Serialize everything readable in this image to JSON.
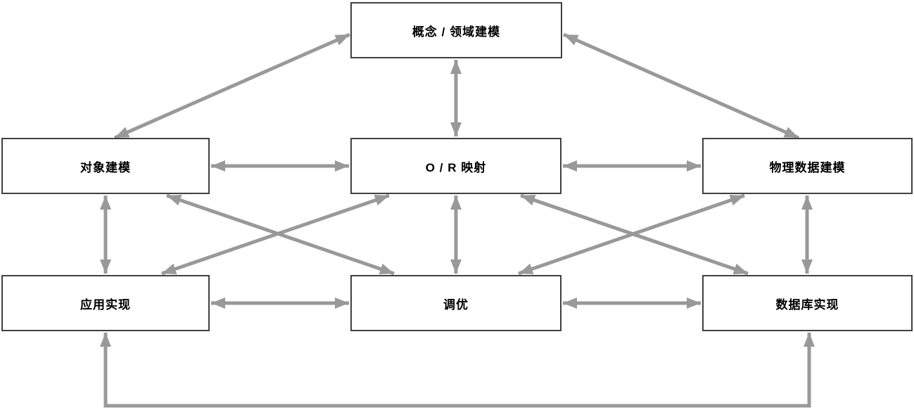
{
  "diagram": {
    "nodes": {
      "concept": {
        "label": "概念 / 领域建模"
      },
      "object": {
        "label": "对象建模"
      },
      "or_mapping": {
        "label": "O / R 映射"
      },
      "physical": {
        "label": "物理数据建模"
      },
      "app": {
        "label": "应用实现"
      },
      "tuning": {
        "label": "调优"
      },
      "database": {
        "label": "数据库实现"
      }
    },
    "edges": [
      {
        "from": "concept",
        "to": "object",
        "direction": "bidirectional"
      },
      {
        "from": "concept",
        "to": "or_mapping",
        "direction": "bidirectional"
      },
      {
        "from": "concept",
        "to": "physical",
        "direction": "bidirectional"
      },
      {
        "from": "object",
        "to": "or_mapping",
        "direction": "bidirectional"
      },
      {
        "from": "or_mapping",
        "to": "physical",
        "direction": "bidirectional"
      },
      {
        "from": "object",
        "to": "app",
        "direction": "bidirectional"
      },
      {
        "from": "object",
        "to": "tuning",
        "direction": "bidirectional"
      },
      {
        "from": "or_mapping",
        "to": "app",
        "direction": "bidirectional"
      },
      {
        "from": "or_mapping",
        "to": "tuning",
        "direction": "bidirectional"
      },
      {
        "from": "or_mapping",
        "to": "database",
        "direction": "bidirectional"
      },
      {
        "from": "physical",
        "to": "tuning",
        "direction": "bidirectional"
      },
      {
        "from": "physical",
        "to": "database",
        "direction": "bidirectional"
      },
      {
        "from": "app",
        "to": "tuning",
        "direction": "bidirectional"
      },
      {
        "from": "tuning",
        "to": "database",
        "direction": "bidirectional"
      },
      {
        "from": "app",
        "to": "database",
        "direction": "bidirectional",
        "route": "bottom"
      }
    ],
    "colors": {
      "arrow": "#999999",
      "node_border": "#404040",
      "node_fill": "#ffffff",
      "text": "#000000",
      "background": "#ffffff"
    }
  }
}
